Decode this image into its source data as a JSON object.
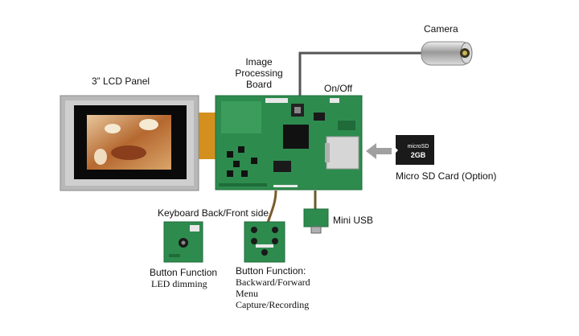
{
  "labels": {
    "camera": "Camera",
    "image_processing_board": [
      "Image",
      "Processing",
      "Board"
    ],
    "lcd_panel": "3” LCD Panel",
    "on_off": "On/Off",
    "micro_sd": "Micro SD Card (Option)",
    "keyboard_side": "Keyboard Back/Front side",
    "mini_usb": "Mini USB",
    "button_function_left": {
      "title": "Button Function",
      "lines": [
        "LED dimming"
      ]
    },
    "button_function_right": {
      "title": "Button Function:",
      "lines": [
        "Backward/Forward",
        "Menu",
        "Capture/Recording"
      ]
    }
  },
  "components": {
    "sd_card_marking": "microSD",
    "sd_card_capacity": "2GB"
  },
  "colors": {
    "pcb_green": "#2e8b4e",
    "pcb_dark": "#1f6b3a",
    "lcd_frame": "#b8b8b8",
    "lcd_bezel": "#0a0a0a",
    "flex_cable": "#d4901e",
    "camera_cable": "#555555",
    "arrow_gray": "#a0a0a0"
  }
}
